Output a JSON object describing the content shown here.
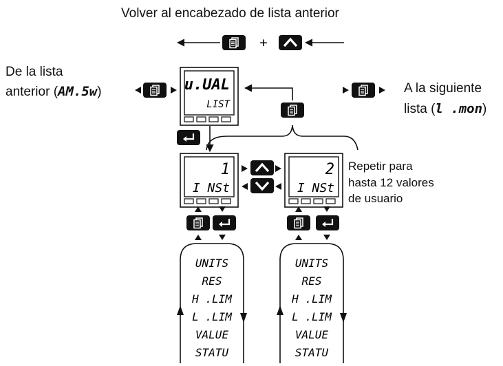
{
  "header": {
    "back_caption": "Volver al encabezado de lista anterior"
  },
  "left": {
    "line1": "De la lista",
    "line2_pre": "anterior (",
    "line2_code": "AM.5w",
    "line2_post": ")"
  },
  "right": {
    "line1": "A la siguiente",
    "line2_pre": "lista (",
    "line2_code": "l .mon",
    "line2_post": ")"
  },
  "repeat_note": {
    "line1": "Repetir para",
    "line2": "hasta 12 valores",
    "line3": "de usuario"
  },
  "list_header_display": {
    "top": "u.UAL",
    "bottom": "LIST"
  },
  "instance_displays": [
    {
      "top": "1",
      "bottom": "I NSt"
    },
    {
      "top": "2",
      "bottom": "I NSt"
    }
  ],
  "parameter_list": [
    "UNITS",
    "RES",
    "H .LIM",
    "L .LIM",
    "VALUE",
    "STATU"
  ],
  "plus_sign": "+",
  "icons": {
    "page": "page-key-icon",
    "up": "up-arrow-key-icon",
    "down": "down-arrow-key-icon",
    "enter": "enter-key-icon"
  },
  "colors": {
    "ink": "#111111",
    "key_bg": "#111111",
    "key_fg": "#ffffff"
  }
}
